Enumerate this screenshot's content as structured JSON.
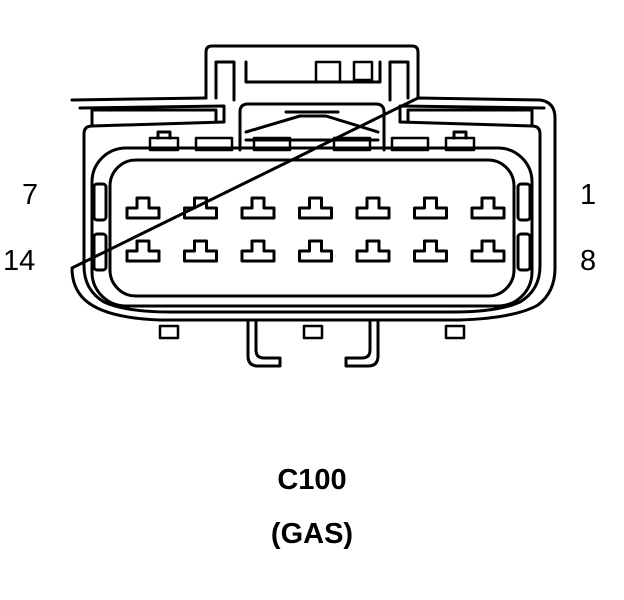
{
  "connector": {
    "id": "C100",
    "variant": "(GAS)",
    "pin_labels": {
      "top_left": "7",
      "bottom_left": "14",
      "top_right": "1",
      "bottom_right": "8"
    },
    "pins_per_row": 7,
    "rows": 2,
    "line_color": "#000000",
    "background_color": "#ffffff"
  }
}
